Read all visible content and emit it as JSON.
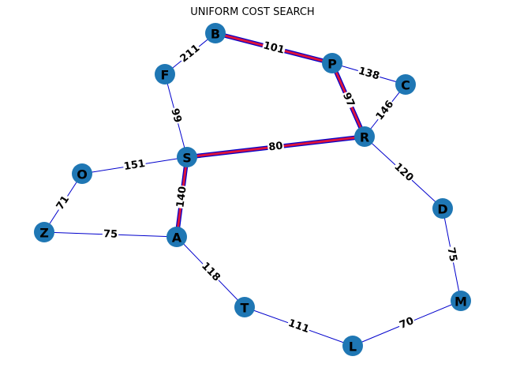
{
  "title": "UNIFORM COST SEARCH",
  "colors": {
    "node": "#1f77b4",
    "edge": "#0000cc",
    "path_outer": "#0000cc",
    "path_inner": "#dc143c",
    "label_bg": "#ffffff"
  },
  "nodes": [
    {
      "id": "B"
    },
    {
      "id": "F"
    },
    {
      "id": "P"
    },
    {
      "id": "C"
    },
    {
      "id": "R"
    },
    {
      "id": "S"
    },
    {
      "id": "O"
    },
    {
      "id": "Z"
    },
    {
      "id": "A"
    },
    {
      "id": "D"
    },
    {
      "id": "M"
    },
    {
      "id": "T"
    },
    {
      "id": "L"
    }
  ],
  "edges": [
    {
      "from": "B",
      "to": "F",
      "weight": "211",
      "path": false
    },
    {
      "from": "B",
      "to": "P",
      "weight": "101",
      "path": true
    },
    {
      "from": "P",
      "to": "C",
      "weight": "138",
      "path": false
    },
    {
      "from": "P",
      "to": "R",
      "weight": "97",
      "path": true
    },
    {
      "from": "C",
      "to": "R",
      "weight": "146",
      "path": false
    },
    {
      "from": "F",
      "to": "S",
      "weight": "99",
      "path": false
    },
    {
      "from": "S",
      "to": "R",
      "weight": "80",
      "path": true
    },
    {
      "from": "O",
      "to": "S",
      "weight": "151",
      "path": false
    },
    {
      "from": "S",
      "to": "A",
      "weight": "140",
      "path": true
    },
    {
      "from": "R",
      "to": "D",
      "weight": "120",
      "path": false
    },
    {
      "from": "O",
      "to": "Z",
      "weight": "71",
      "path": false
    },
    {
      "from": "Z",
      "to": "A",
      "weight": "75",
      "path": false
    },
    {
      "from": "D",
      "to": "M",
      "weight": "75",
      "path": false
    },
    {
      "from": "A",
      "to": "T",
      "weight": "118",
      "path": false
    },
    {
      "from": "T",
      "to": "L",
      "weight": "111",
      "path": false
    },
    {
      "from": "L",
      "to": "M",
      "weight": "70",
      "path": false
    }
  ],
  "highlighted_path": [
    "A",
    "S",
    "R",
    "P",
    "B"
  ]
}
